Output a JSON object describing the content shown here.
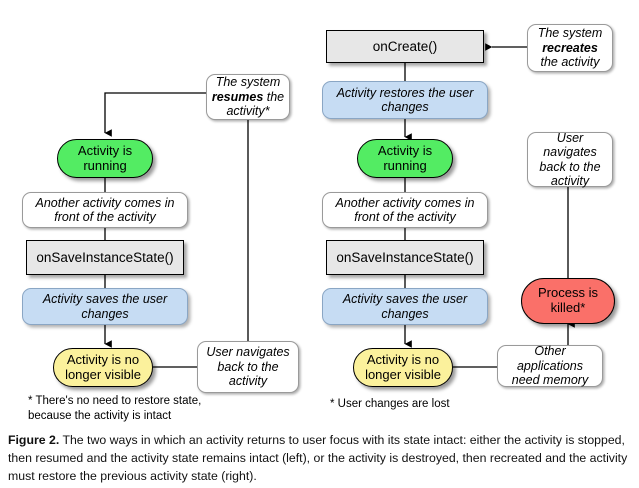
{
  "figure": {
    "label": "Figure 2.",
    "caption": " The two ways in which an activity returns to user focus with its state intact: either the activity is stopped, then resumed and the activity state remains intact (left), or the activity is destroyed, then recreated and the activity must restore the previous activity state (right)."
  },
  "colors": {
    "running_state": "#53ec63",
    "stopped_state": "#fbf19c",
    "killed_state": "#fa7069",
    "save_restore": "#c6dcf3",
    "callback": "#e7e7e7",
    "note": "#ffffff",
    "line": "#000000"
  },
  "left_flow": {
    "resume_note_part1": "The system ",
    "resume_note_bold": "resumes",
    "resume_note_part2": " the activity*",
    "running": "Activity is running",
    "another_activity": "Another activity comes in front of the activity",
    "on_save_instance_state": "onSaveInstanceState()",
    "saves_changes": "Activity saves the user changes",
    "not_visible": "Activity is no longer visible",
    "user_navigates_back": "User navigates back to the activity",
    "footnote": "* There's no need to restore state, because the activity is intact"
  },
  "right_flow": {
    "recreate_note_part1": "The system ",
    "recreate_note_bold": "recreates",
    "recreate_note_part2": " the activity",
    "on_create": "onCreate()",
    "restores_changes": "Activity restores the user changes",
    "running": "Activity is running",
    "another_activity": "Another activity comes in front of the activity",
    "on_save_instance_state": "onSaveInstanceState()",
    "saves_changes": "Activity saves the user changes",
    "not_visible": "Activity is no longer visible",
    "user_navigates_back": "User navigates back to the activity",
    "process_killed": "Process is killed*",
    "other_apps": "Other applications need memory",
    "footnote": "* User changes are lost"
  }
}
